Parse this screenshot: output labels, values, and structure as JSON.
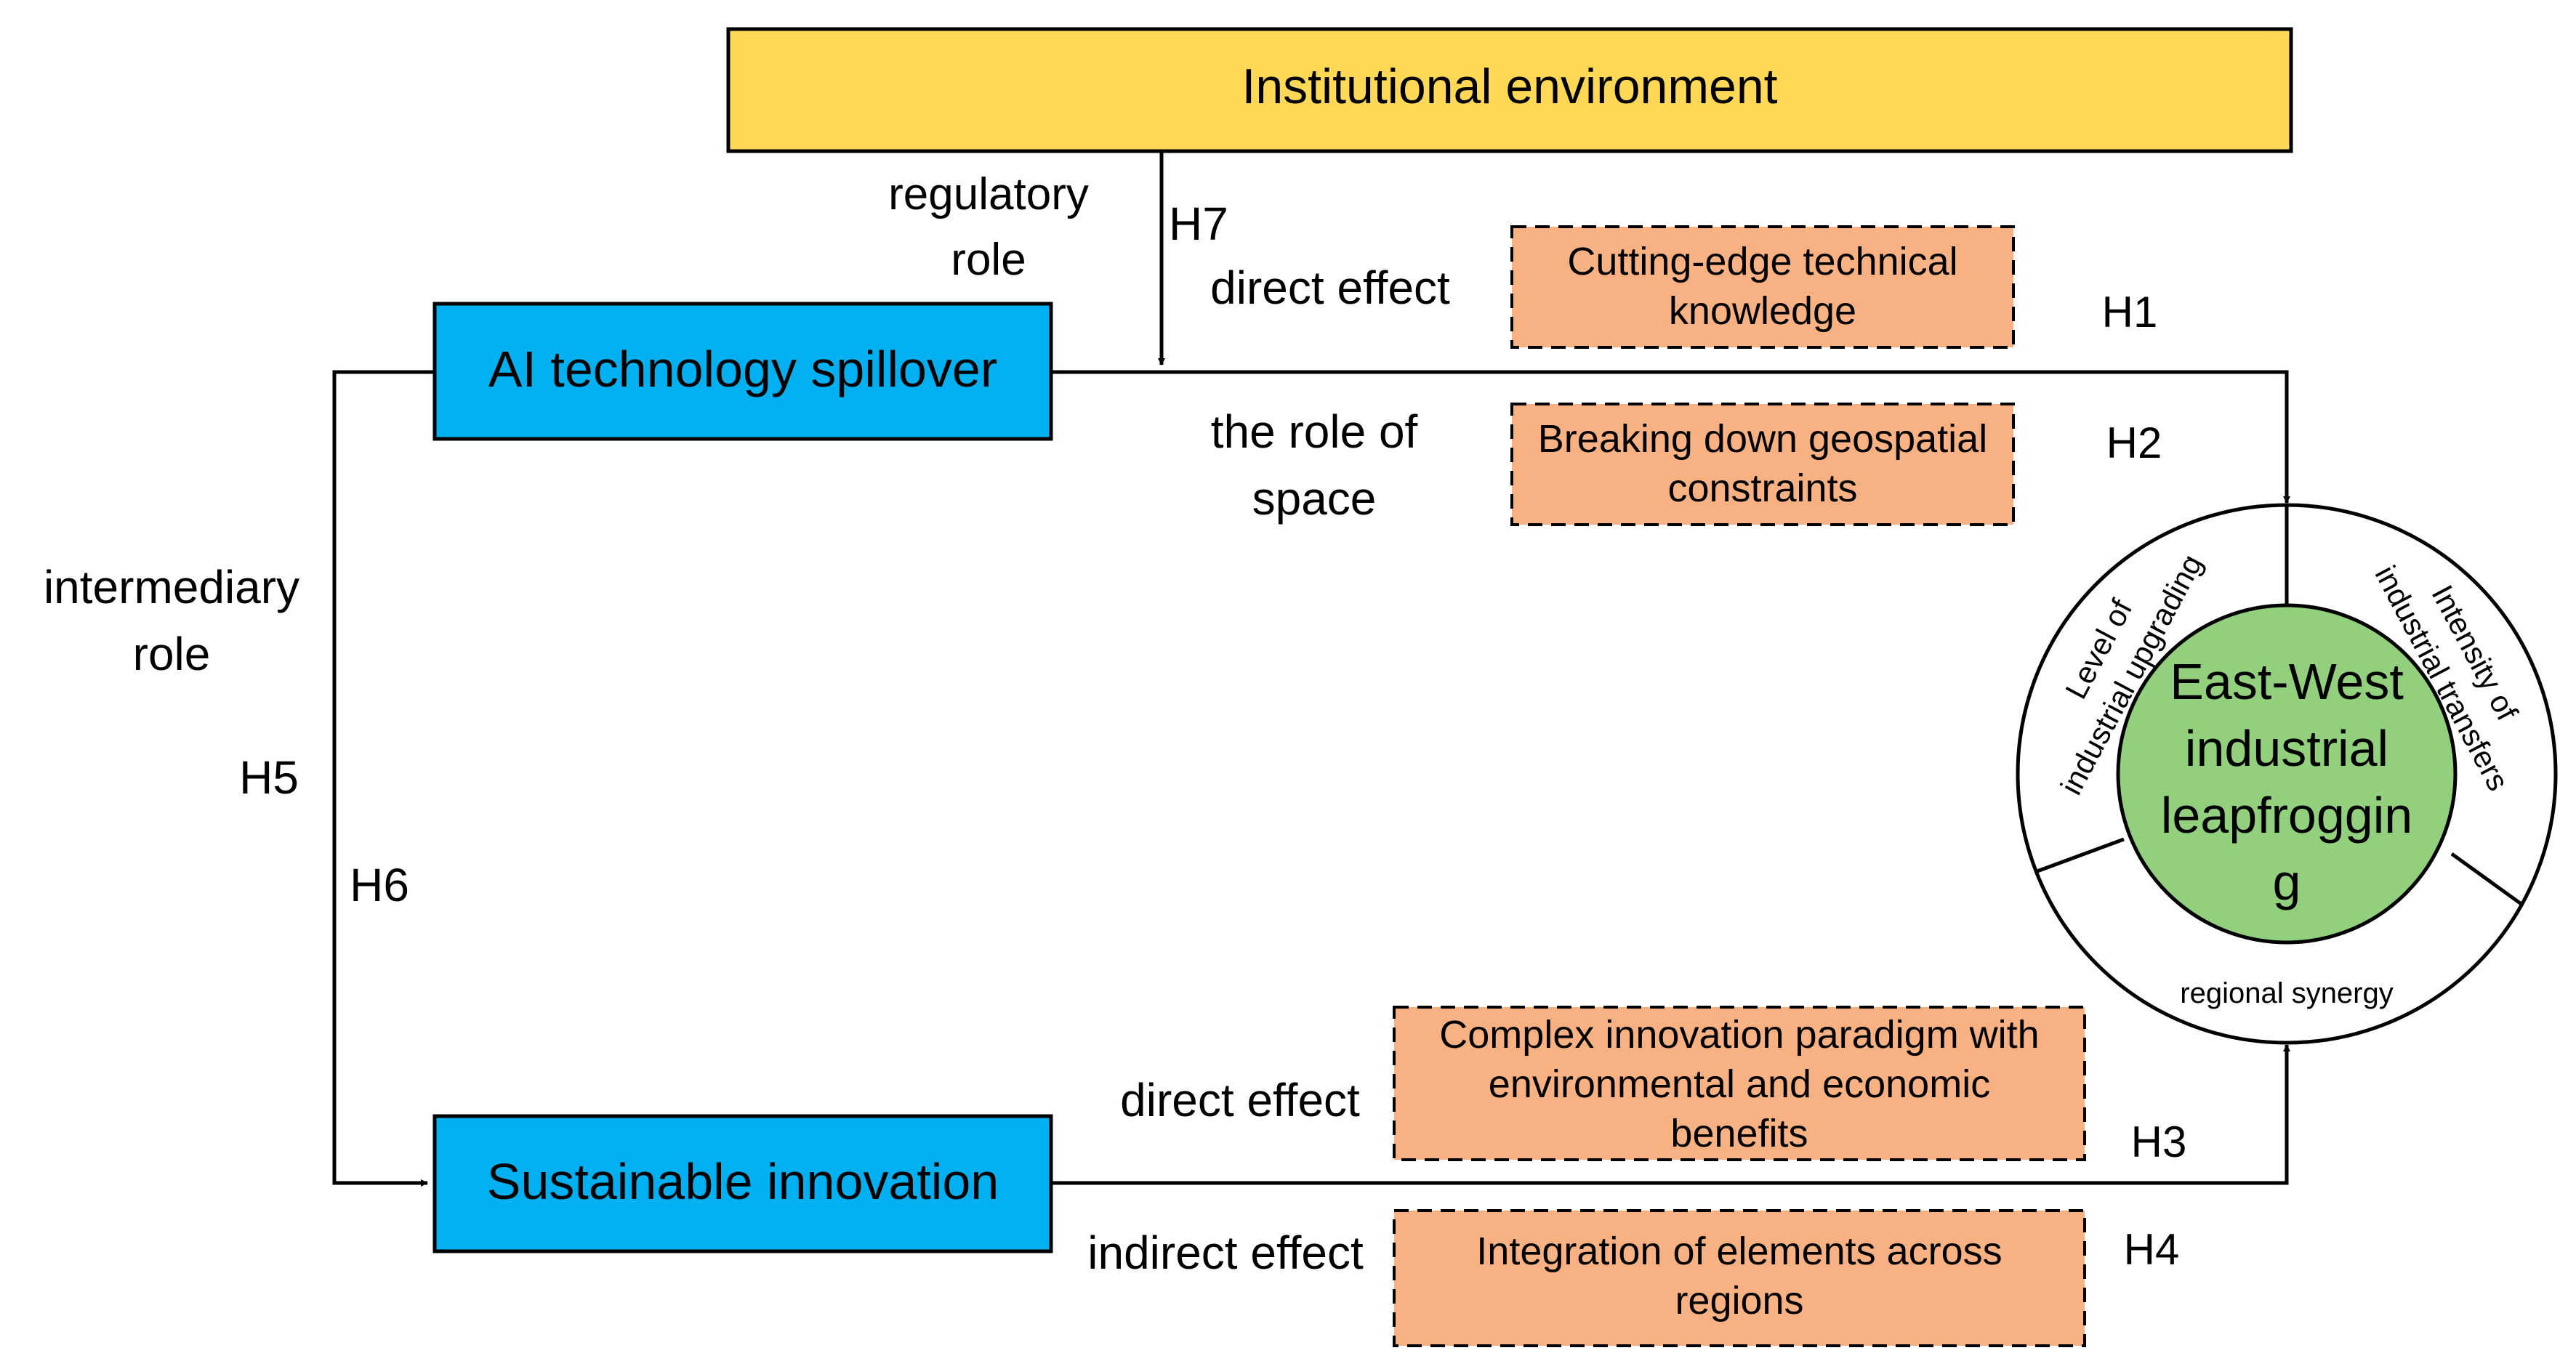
{
  "colors": {
    "institution_fill": "#FFD955",
    "main_box_fill": "#00B0F0",
    "mechanism_fill": "#F8B183",
    "center_circle_fill": "#92D07E",
    "line": "#000000"
  },
  "institution": {
    "title": "Institutional environment"
  },
  "ai_box": {
    "title": "AI technology spillover"
  },
  "sustainable_box": {
    "title": "Sustainable innovation"
  },
  "labels": {
    "regulatory_role": [
      "regulatory",
      "role"
    ],
    "h7": "H7",
    "direct_effect_top": "direct effect",
    "role_of_space": [
      "the role of",
      "space"
    ],
    "intermediary_role": [
      "intermediary",
      "role"
    ],
    "h5": "H5",
    "h6": "H6",
    "direct_effect_bottom": "direct effect",
    "indirect_effect": "indirect effect"
  },
  "mechanisms": {
    "h1": {
      "lines": [
        "Cutting-edge technical",
        "knowledge"
      ],
      "tag": "H1"
    },
    "h2": {
      "lines": [
        "Breaking down geospatial",
        "constraints"
      ],
      "tag": "H2"
    },
    "h3": {
      "lines": [
        "Complex innovation paradigm with",
        "environmental and economic",
        "benefits"
      ],
      "tag": "H3"
    },
    "h4": {
      "lines": [
        "Integration of elements across",
        "regions"
      ],
      "tag": "H4"
    }
  },
  "outcome": {
    "center": [
      "East-West",
      "industrial",
      "leapfroggin",
      "g"
    ],
    "ring_left": [
      "Level of",
      "industrial upgrading"
    ],
    "ring_right": [
      "Intensity of",
      "industrial transfers"
    ],
    "ring_bottom": "regional synergy"
  }
}
